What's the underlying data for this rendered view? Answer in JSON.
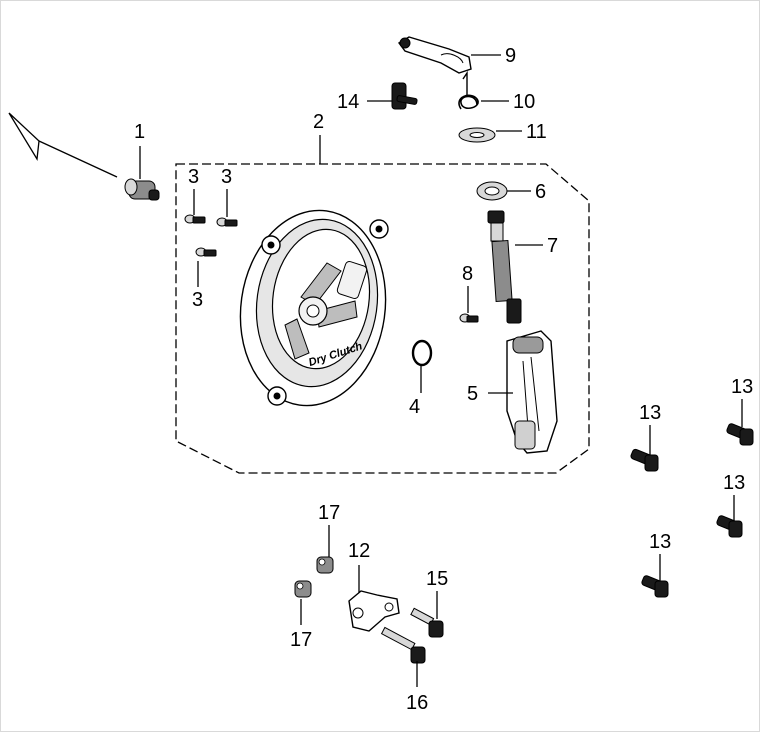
{
  "diagram": {
    "callouts": [
      {
        "id": "c1",
        "text": "1"
      },
      {
        "id": "c2",
        "text": "2"
      },
      {
        "id": "c3a",
        "text": "3"
      },
      {
        "id": "c3b",
        "text": "3"
      },
      {
        "id": "c3c",
        "text": "3"
      },
      {
        "id": "c4",
        "text": "4"
      },
      {
        "id": "c5",
        "text": "5"
      },
      {
        "id": "c6",
        "text": "6"
      },
      {
        "id": "c7",
        "text": "7"
      },
      {
        "id": "c8",
        "text": "8"
      },
      {
        "id": "c9",
        "text": "9"
      },
      {
        "id": "c10",
        "text": "10"
      },
      {
        "id": "c11",
        "text": "11"
      },
      {
        "id": "c12",
        "text": "12"
      },
      {
        "id": "c13a",
        "text": "13"
      },
      {
        "id": "c13b",
        "text": "13"
      },
      {
        "id": "c13c",
        "text": "13"
      },
      {
        "id": "c13d",
        "text": "13"
      },
      {
        "id": "c14",
        "text": "14"
      },
      {
        "id": "c15",
        "text": "15"
      },
      {
        "id": "c16",
        "text": "16"
      },
      {
        "id": "c17a",
        "text": "17"
      },
      {
        "id": "c17b",
        "text": "17"
      }
    ],
    "cover_logo_text": "Dry Clutch"
  }
}
